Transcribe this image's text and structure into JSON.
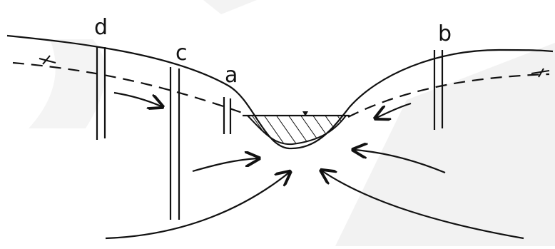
{
  "labels": {
    "d": "d",
    "c": "c",
    "a": "a",
    "b": "b"
  },
  "colors": {
    "ink": "#111111",
    "watermark": "#f2f2f2",
    "background": "#ffffff"
  }
}
